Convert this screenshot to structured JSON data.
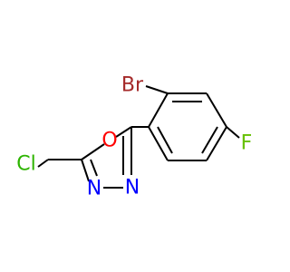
{
  "atoms": [
    {
      "id": "br",
      "label": "Br",
      "color": "#a52a2a"
    },
    {
      "id": "f",
      "label": "F",
      "color": "#65c000"
    },
    {
      "id": "o",
      "label": "O",
      "color": "#ff0000"
    },
    {
      "id": "cl",
      "label": "Cl",
      "color": "#2db400"
    },
    {
      "id": "n1",
      "label": "N",
      "color": "#0000ff"
    },
    {
      "id": "n2",
      "label": "N",
      "color": "#0000ff"
    }
  ]
}
